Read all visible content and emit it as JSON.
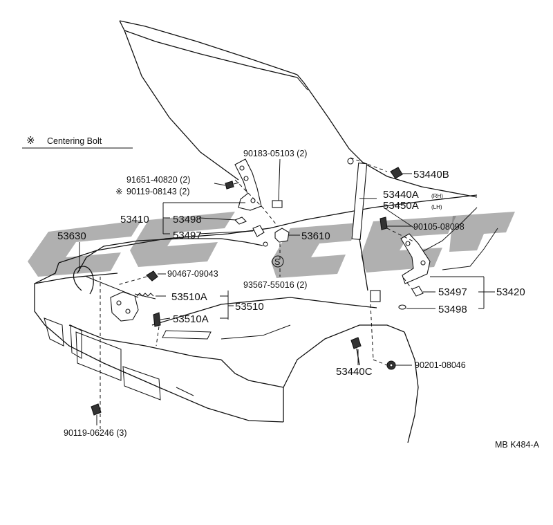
{
  "legend": {
    "symbol": "※",
    "text": "Centering Bolt"
  },
  "watermark_color": "#6f6f6f",
  "labels": {
    "p53630": "53630",
    "p53410": "53410",
    "p53498a": "53498",
    "p53497a": "53497",
    "p53610": "53610",
    "p90183": "90183-05103 (2)",
    "p91651": "91651-40820 (2)",
    "p90119_08143_mark": "※",
    "p90119_08143": "90119-08143 (2)",
    "p90467": "90467-09043",
    "s_symbol": "S",
    "p93567": "93567-55016 (2)",
    "p53510A_1": "53510A",
    "p53510": "53510",
    "p53510A_2": "53510A",
    "p53440B": "53440B",
    "p53440A": "53440A",
    "p53440A_side": "(RH)",
    "p53450A": "53450A",
    "p53450A_side": "(LH)",
    "p90105": "90105-08098",
    "p53497b": "53497",
    "p53420": "53420",
    "p53498b": "53498",
    "p53440C": "53440C",
    "p90201": "90201-08046",
    "p90119_06246": "90119-06246 (3)",
    "ref": "MB K484-A"
  }
}
